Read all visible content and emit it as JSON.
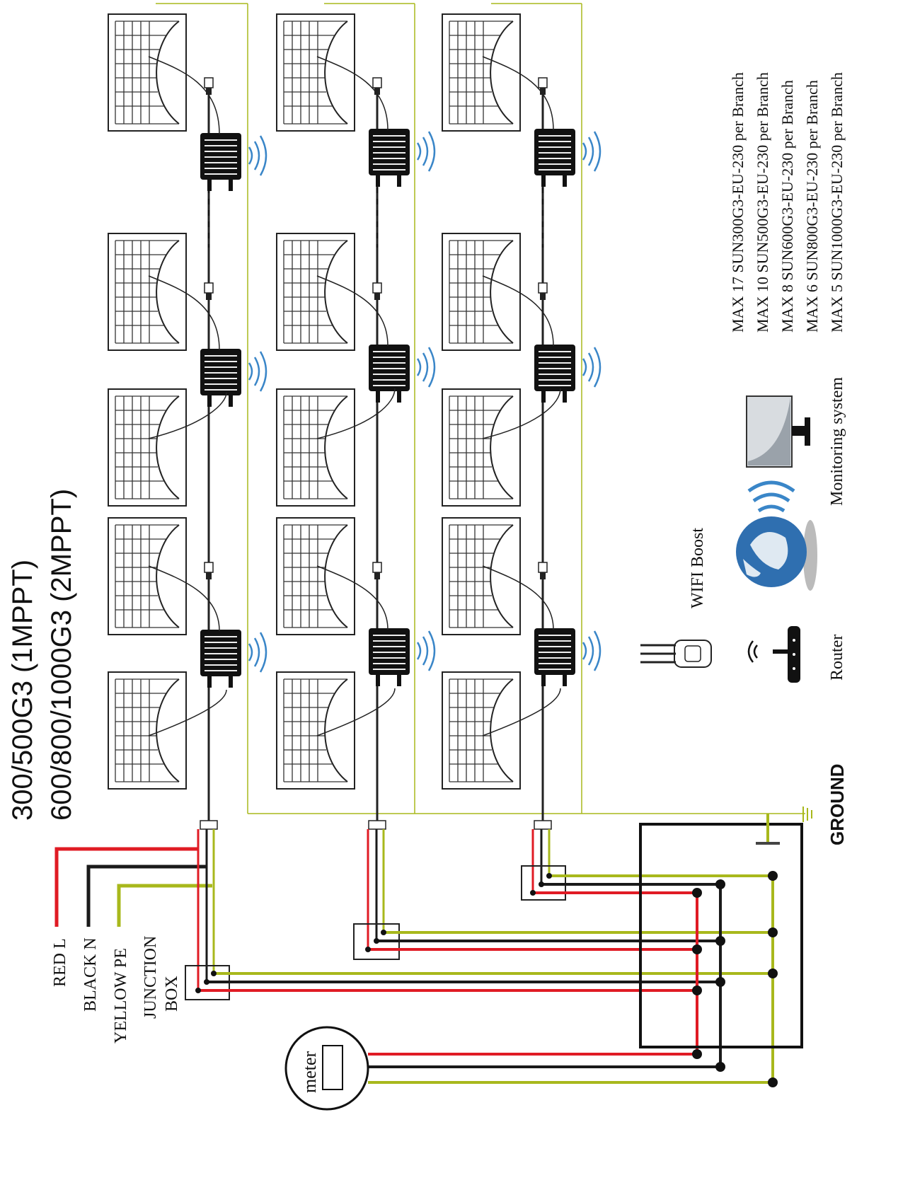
{
  "titles": {
    "line1": "300/500G3 (1MPPT)",
    "line2": "600/800/1000G3 (2MPPT)"
  },
  "wire_labels": {
    "red": "RED L",
    "black": "BLACK N",
    "yellow": "YELLOW  PE",
    "junction_line1": "JUNCTION",
    "junction_line2": "BOX"
  },
  "ground_label": "GROUND",
  "meter_label": "meter",
  "devices": {
    "wifi_boost": "WIFI Boost",
    "router": "Router",
    "monitoring": "Monitoring system"
  },
  "branch_limits": [
    "MAX 17 SUN300G3-EU-230 per Branch",
    "MAX 10 SUN500G3-EU-230 per Branch",
    "MAX 8 SUN600G3-EU-230 per Branch",
    "MAX 6 SUN800G3-EU-230 per Branch",
    "MAX 5 SUN1000G3-EU-230 per Branch"
  ],
  "colors": {
    "live": "#e01b24",
    "neutral": "#1a1a1a",
    "earth": "#a8b81c",
    "wifi": "#3a86c8",
    "panel": "#222222"
  }
}
